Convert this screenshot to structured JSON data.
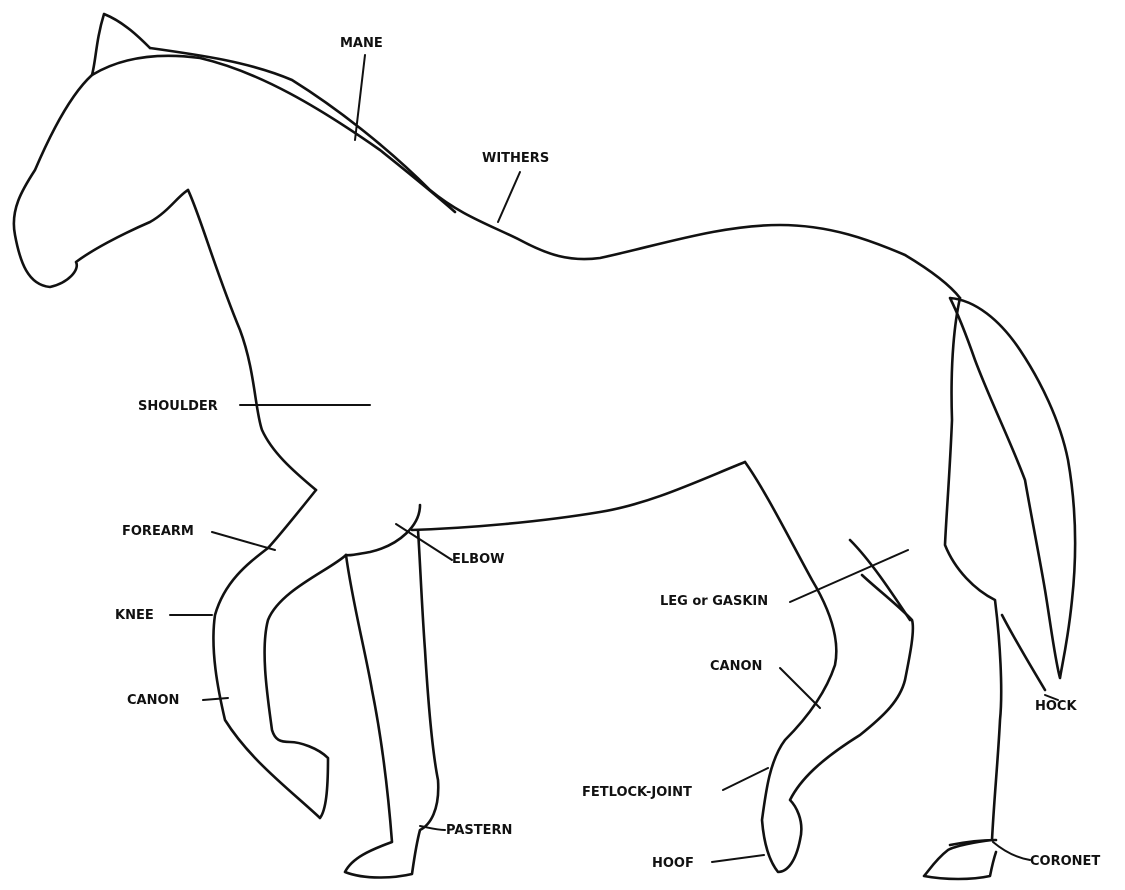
{
  "diagram": {
    "labels": {
      "mane": "MANE",
      "withers": "WITHERS",
      "shoulder": "SHOULDER",
      "forearm": "FOREARM",
      "elbow": "ELBOW",
      "knee": "KNEE",
      "canon_front": "CANON",
      "pastern": "PASTERN",
      "leg_gaskin": "LEG or GASKIN",
      "canon_hind": "CANON",
      "fetlock_joint": "FETLOCK-JOINT",
      "hoof": "HOOF",
      "hock": "HOCK",
      "coronet": "CORONET"
    }
  }
}
